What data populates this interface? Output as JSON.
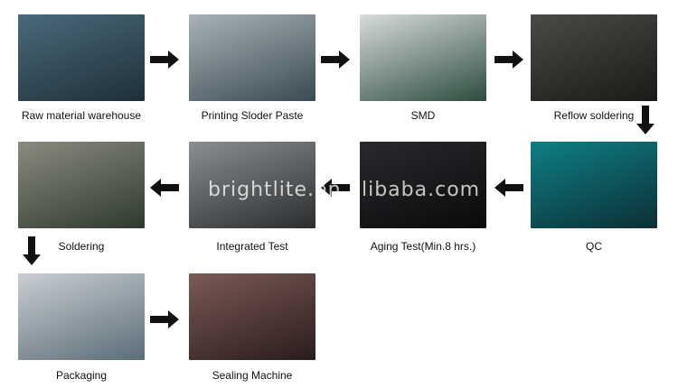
{
  "diagram": {
    "stages": [
      {
        "id": "raw",
        "label": "Raw material warehouse",
        "photo": "warehouse-shelves-photo",
        "colors": [
          "#4a6a7a",
          "#1f2f38"
        ]
      },
      {
        "id": "printing",
        "label": "Printing Slоder Paste",
        "photo": "paste-printing-photo",
        "colors": [
          "#a9b3b8",
          "#3a4a52"
        ]
      },
      {
        "id": "smd",
        "label": "SMD",
        "photo": "smd-machine-photo",
        "colors": [
          "#d8dcdd",
          "#2d4c3e"
        ]
      },
      {
        "id": "reflow",
        "label": "Reflow soldering",
        "photo": "reflow-oven-photo",
        "colors": [
          "#4c4a46",
          "#1a1a18"
        ]
      },
      {
        "id": "qc",
        "label": "QC",
        "photo": "integrating-sphere-photo",
        "colors": [
          "#0f7f86",
          "#0b2f35"
        ]
      },
      {
        "id": "aging",
        "label": "Aging Test(Min.8 hrs.)",
        "photo": "led-strips-aging-photo",
        "colors": [
          "#2a2a2e",
          "#0a0a0c"
        ]
      },
      {
        "id": "integrated",
        "label": "Integrated Test",
        "photo": "tester-machine-photo",
        "colors": [
          "#8c8f91",
          "#2a2c2e"
        ]
      },
      {
        "id": "soldering",
        "label": "Soldering",
        "photo": "worker-soldering-photo",
        "colors": [
          "#8b8b80",
          "#2e3a2c"
        ]
      },
      {
        "id": "packaging",
        "label": "Packaging",
        "photo": "reel-packaging-photo",
        "colors": [
          "#c9ced3",
          "#5b6d78"
        ]
      },
      {
        "id": "sealing",
        "label": "Sealing Machine",
        "photo": "sealing-machine-photo",
        "colors": [
          "#7a5a56",
          "#2a1c1c"
        ]
      }
    ],
    "watermark": "brightlite.en.alibaba.com"
  }
}
